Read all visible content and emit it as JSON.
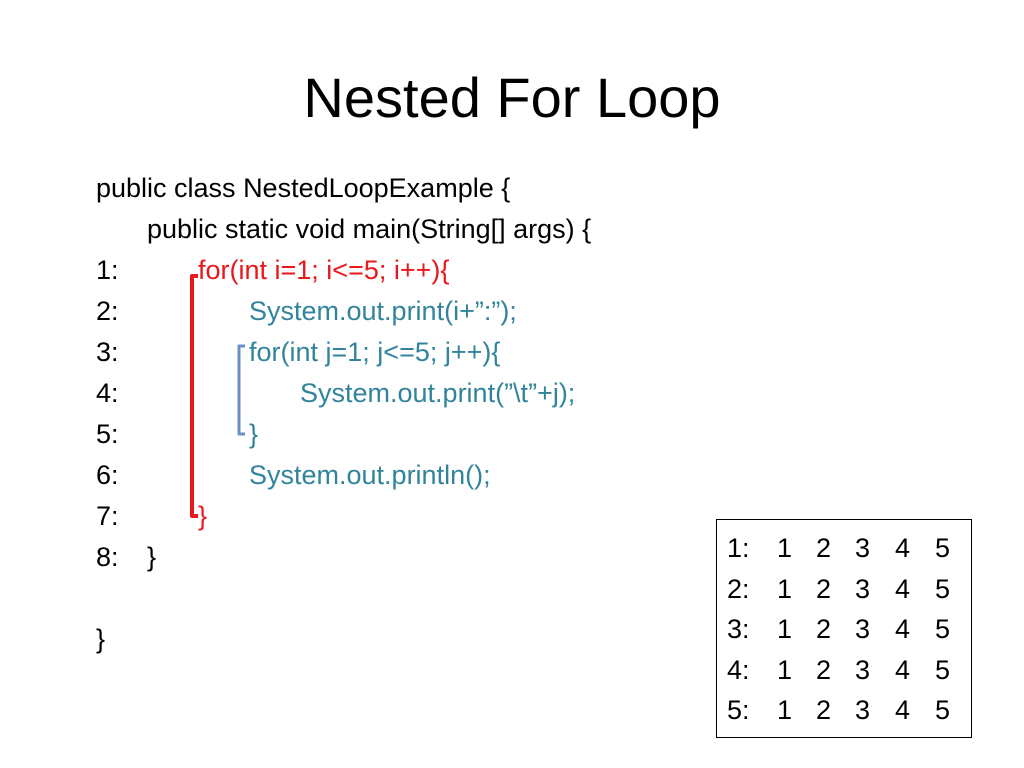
{
  "title": "Nested For Loop",
  "code": {
    "line_a": "public class NestedLoopExample {",
    "line_b": "public static void main(String[] args) {",
    "lines": [
      {
        "num": "1:",
        "text": "for(int i=1; i<=5; i++){"
      },
      {
        "num": "2:",
        "text": "System.out.print(i+”:”);"
      },
      {
        "num": "3:",
        "text": "for(int j=1; j<=5; j++){"
      },
      {
        "num": "4:",
        "text": "System.out.print(”\\t”+j);"
      },
      {
        "num": "5:",
        "text": "}"
      },
      {
        "num": "6:",
        "text": "System.out.println();"
      },
      {
        "num": "7:",
        "text": "}"
      },
      {
        "num": "8:",
        "text": "}"
      }
    ],
    "line_close": "}"
  },
  "output": {
    "rows": [
      {
        "label": "1:",
        "values": [
          "1",
          "2",
          "3",
          "4",
          "5"
        ]
      },
      {
        "label": "2:",
        "values": [
          "1",
          "2",
          "3",
          "4",
          "5"
        ]
      },
      {
        "label": "3:",
        "values": [
          "1",
          "2",
          "3",
          "4",
          "5"
        ]
      },
      {
        "label": "4:",
        "values": [
          "1",
          "2",
          "3",
          "4",
          "5"
        ]
      },
      {
        "label": "5:",
        "values": [
          "1",
          "2",
          "3",
          "4",
          "5"
        ]
      }
    ]
  },
  "colors": {
    "outer_loop": "#e8181c",
    "inner_loop": "#31849b",
    "inner_bracket": "#6b8fc4"
  }
}
